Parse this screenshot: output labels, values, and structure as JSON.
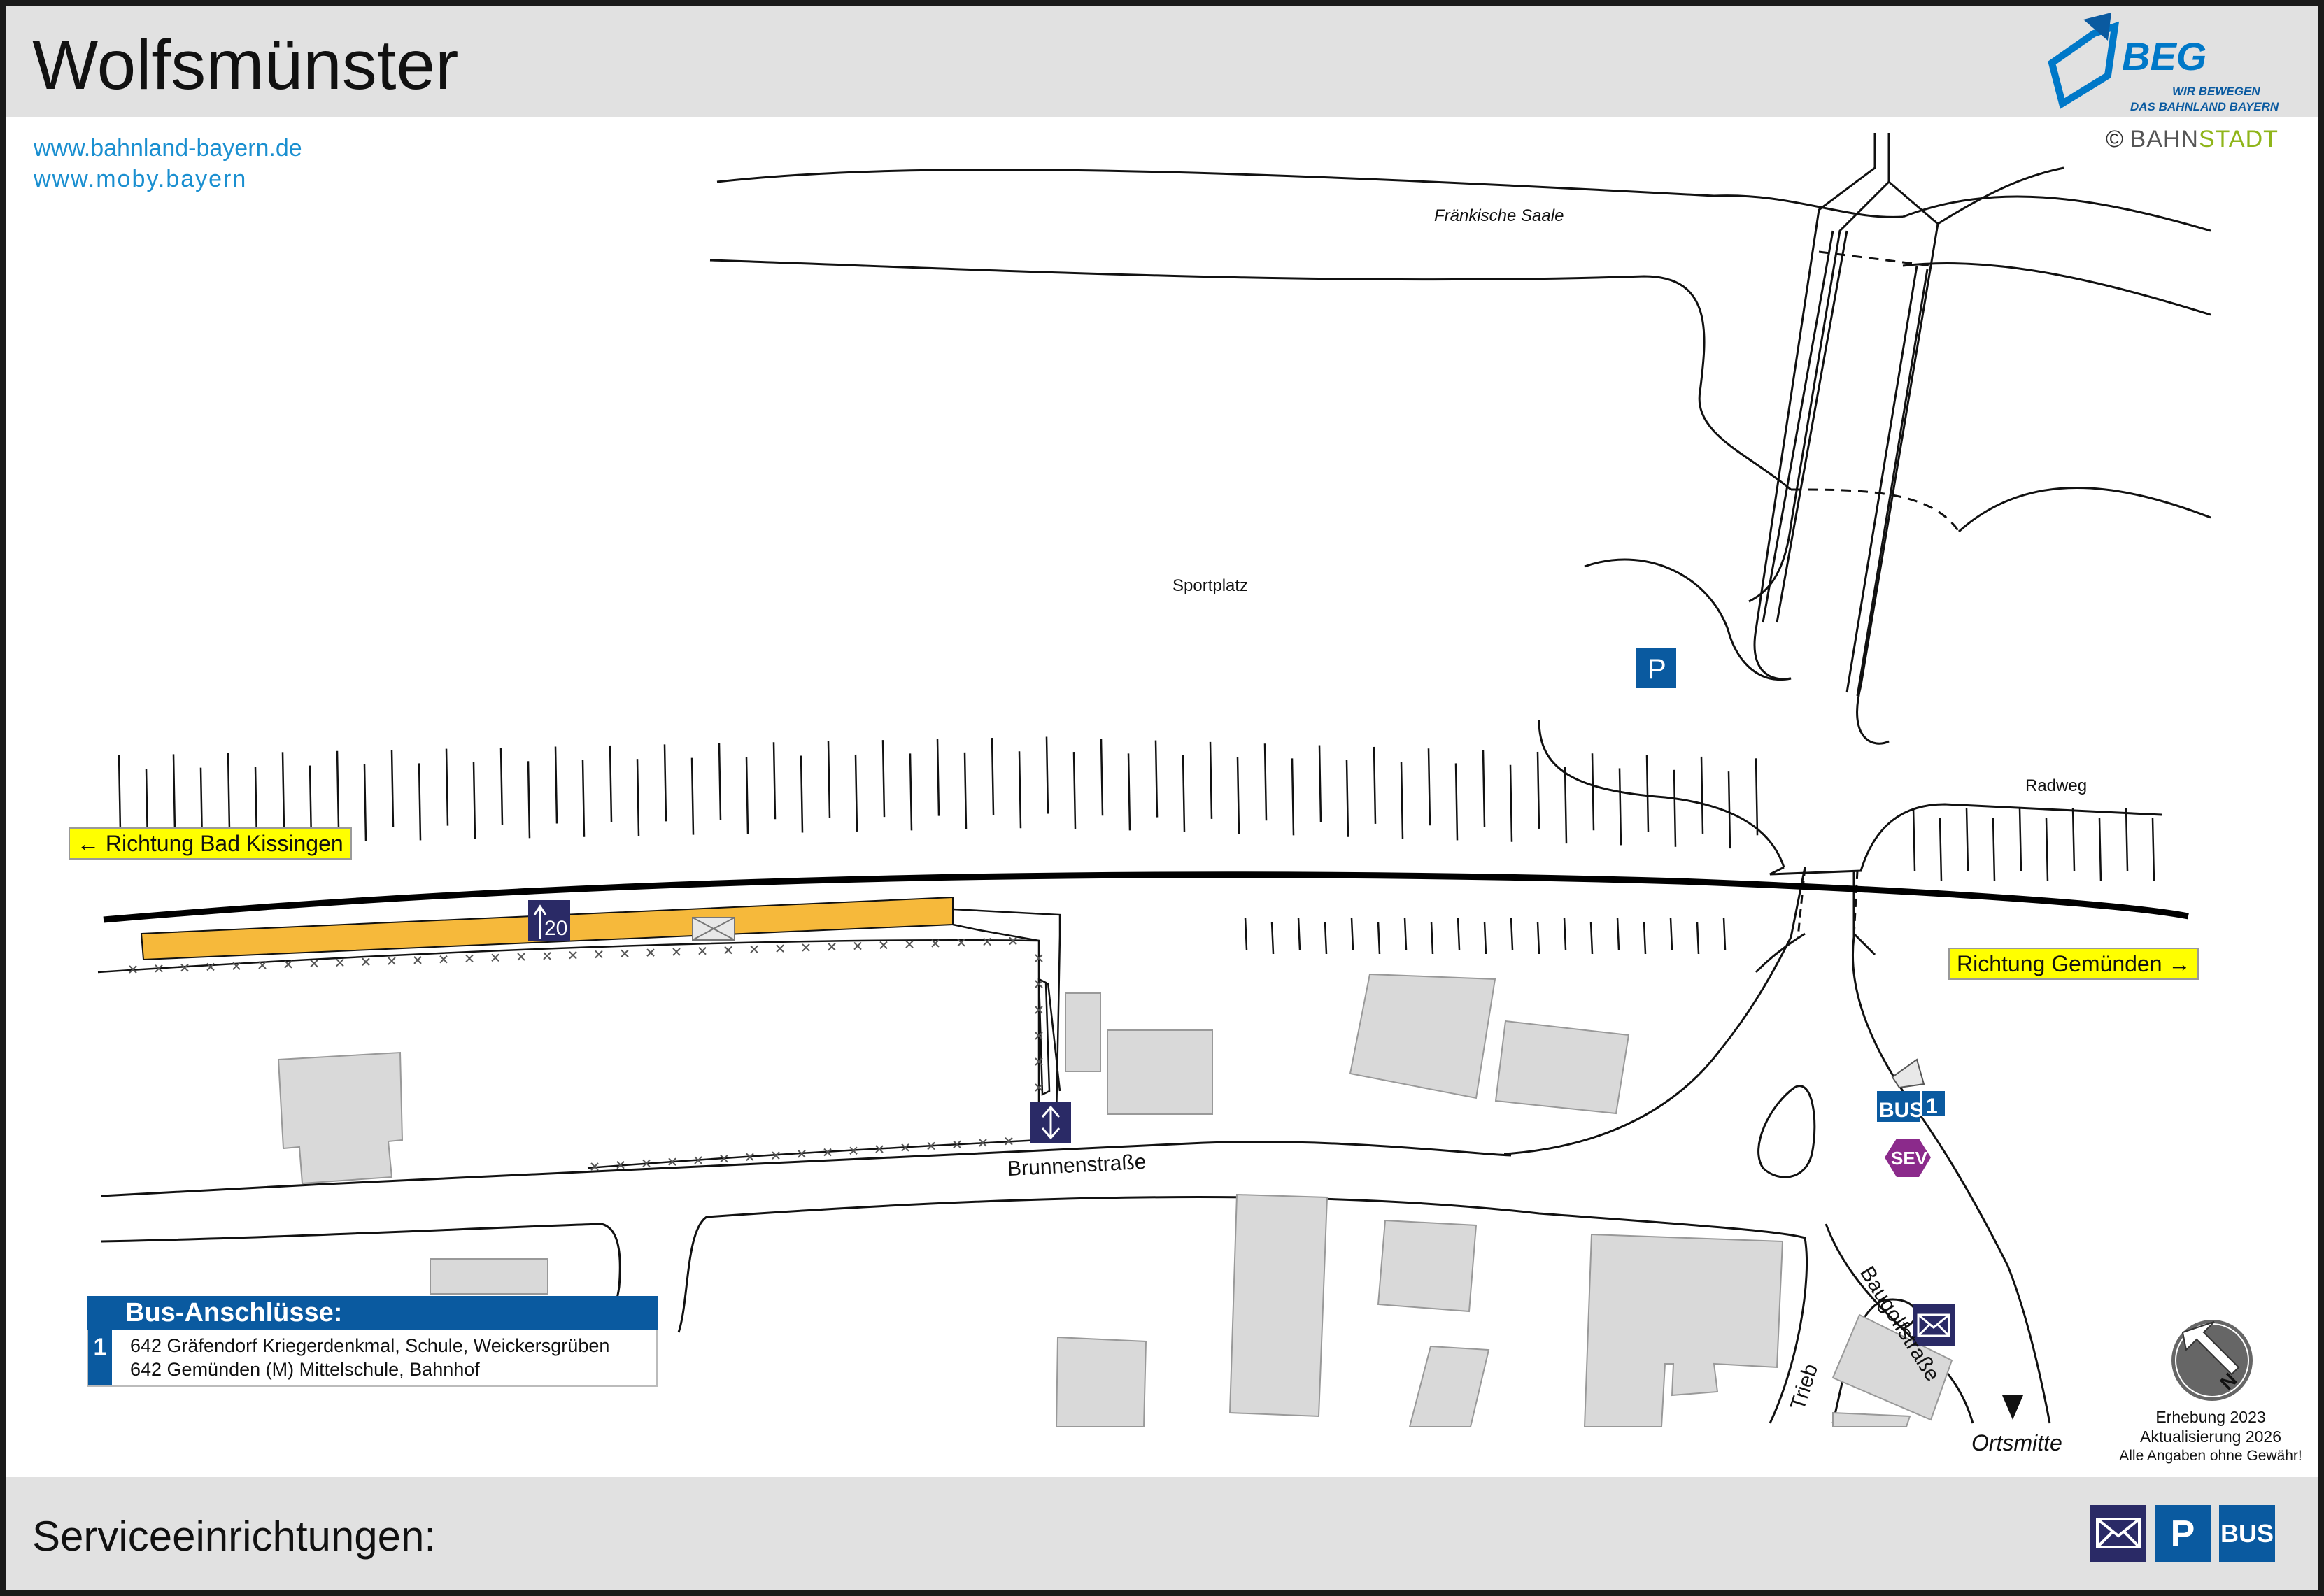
{
  "header": {
    "title": "Wolfsmünster",
    "logo_text": "BEG",
    "logo_slogan_1": "WIR BEWEGEN",
    "logo_slogan_2": "DAS BAHNLAND BAYERN"
  },
  "links": {
    "line1": "www.bahnland-bayern.de",
    "line2": "www.moby.bayern"
  },
  "copyright": {
    "symbol": "©",
    "bahn": "BAHN",
    "stadt": "STADT"
  },
  "map": {
    "river_label": "Fränkische Saale",
    "sportplatz_label": "Sportplatz",
    "radweg_label": "Radweg",
    "street_brunnen": "Brunnenstraße",
    "street_baugolf": "Baugolfstraße",
    "street_trieb": "Trieb",
    "ortsmitte_label": "Ortsmitte",
    "direction_left": "Richtung Bad Kissingen",
    "direction_right": "Richtung Gemünden",
    "direction_left_arrow": "←",
    "direction_right_arrow": "→",
    "track_number": "20",
    "parking_label": "P",
    "bus_label": "BUS",
    "bus_stop_number": "1",
    "sev_label": "SEV",
    "compass_letter": "N"
  },
  "bus_connections": {
    "heading": "Bus-Anschlüsse:",
    "stop_number": "1",
    "lines": [
      "642 Gräfendorf Kriegerdenkmal, Schule, Weickersgrüben",
      "642 Gemünden (M) Mittelschule, Bahnhof"
    ]
  },
  "survey": {
    "line1": "Erhebung 2023",
    "line2": "Aktualisierung 2026",
    "line3": "Alle Angaben ohne Gewähr!"
  },
  "footer": {
    "label": "Serviceeinrichtungen:",
    "services": [
      {
        "name": "mailbox-icon",
        "label": ""
      },
      {
        "name": "parking-icon",
        "label": "P"
      },
      {
        "name": "bus-icon",
        "label": "BUS"
      }
    ]
  },
  "colors": {
    "platform": "#f6b93b",
    "header_bg": "#e1e1e1",
    "link": "#1a8fd0",
    "bus_blue": "#0a5aa0",
    "service_dark": "#2a2a66",
    "sev_purple": "#8b2a8b",
    "direction_yellow": "#ffff00",
    "building_gray": "#d9d9d9"
  }
}
